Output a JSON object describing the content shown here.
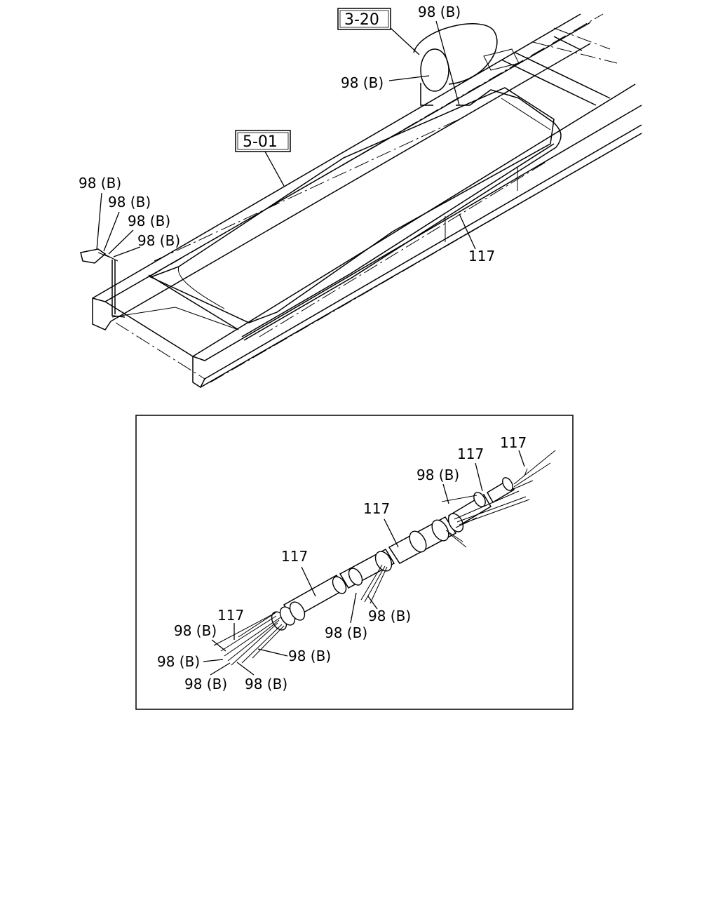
{
  "upper": {
    "ref_boxes": [
      "3-20",
      "5-01"
    ],
    "callouts": {
      "clip_top_right": "98 (B)",
      "clip_tank": "98 (B)",
      "clip_left_1": "98 (B)",
      "clip_left_2": "98 (B)",
      "clip_left_3": "98 (B)",
      "clip_left_4": "98 (B)",
      "harness": "117"
    }
  },
  "detail": {
    "callouts": {
      "harness_a": "117",
      "harness_b": "117",
      "harness_c": "117",
      "harness_d": "117",
      "harness_e": "117",
      "clip_top": "98 (B)",
      "clip_mid_1": "98 (B)",
      "clip_mid_2": "98 (B)",
      "clip_left_1": "98 (B)",
      "clip_left_2": "98 (B)",
      "clip_left_3": "98 (B)",
      "clip_bottom_1": "98 (B)",
      "clip_bottom_2": "98 (B)"
    }
  }
}
